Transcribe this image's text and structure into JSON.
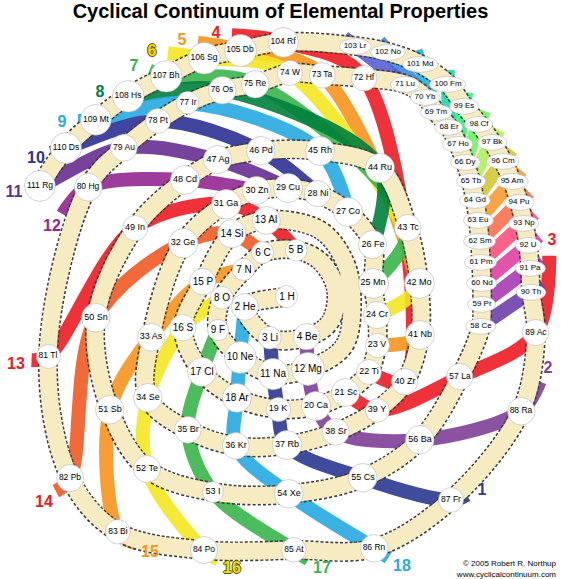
{
  "diagram": {
    "title": "Cyclical Continuum of Elemental Properties",
    "nodes": [
      {
        "text": [
          "1 H"
        ]
      },
      {
        "text": [
          "2 He"
        ]
      },
      {
        "text": [
          "3 Li"
        ]
      },
      {
        "text": [
          "4 Be"
        ]
      },
      {
        "text": [
          "5 B"
        ]
      },
      {
        "text": [
          "6 C"
        ]
      },
      {
        "text": [
          "7 N"
        ]
      },
      {
        "text": [
          "8 O"
        ]
      },
      {
        "text": [
          "9 F"
        ]
      },
      {
        "text": [
          "10 Ne"
        ]
      },
      {
        "text": [
          "11 Na"
        ]
      },
      {
        "text": [
          "12 Mg"
        ]
      },
      {
        "text": [
          "13 Al"
        ]
      },
      {
        "text": [
          "14 Si"
        ]
      },
      {
        "text": [
          "15 P"
        ]
      },
      {
        "text": [
          "16 S"
        ]
      },
      {
        "text": [
          "17 Cl"
        ]
      },
      {
        "text": [
          "18 Ar"
        ]
      },
      {
        "text": [
          "19 K"
        ]
      },
      {
        "text": [
          "20 Ca"
        ]
      },
      {
        "text": [
          "21 Sc"
        ]
      },
      {
        "text": [
          "22 Ti"
        ]
      },
      {
        "text": [
          "23 V"
        ]
      },
      {
        "text": [
          "24 Cr"
        ]
      },
      {
        "text": [
          "25 Mn"
        ]
      },
      {
        "text": [
          "26 Fe"
        ]
      },
      {
        "text": [
          "27 Co"
        ]
      },
      {
        "text": [
          "28 Ni"
        ]
      },
      {
        "text": [
          "29 Cu"
        ]
      },
      {
        "text": [
          "30 Zn"
        ]
      },
      {
        "text": [
          "31 Ga"
        ]
      },
      {
        "text": [
          "32 Ge"
        ]
      },
      {
        "text": [
          "33 As"
        ]
      },
      {
        "text": [
          "34 Se"
        ]
      },
      {
        "text": [
          "35 Br"
        ]
      },
      {
        "text": [
          "36 Kr"
        ]
      },
      {
        "text": [
          "37 Rb"
        ]
      },
      {
        "text": [
          "38 Sr"
        ]
      },
      {
        "text": [
          "39 Y"
        ]
      },
      {
        "text": [
          "40 Zr"
        ]
      },
      {
        "text": [
          "41 Nb"
        ]
      },
      {
        "text": [
          "42 Mo"
        ]
      },
      {
        "text": [
          "43 Tc"
        ]
      },
      {
        "text": [
          "44 Ru"
        ]
      },
      {
        "text": [
          "45 Rh"
        ]
      },
      {
        "text": [
          "46 Pd"
        ]
      },
      {
        "text": [
          "47 Ag"
        ]
      },
      {
        "text": [
          "48 Cd"
        ]
      },
      {
        "text": [
          "49 In"
        ]
      },
      {
        "text": [
          "50 Sn"
        ]
      },
      {
        "text": [
          "51 Sb"
        ]
      },
      {
        "text": [
          "52 Te"
        ]
      },
      {
        "text": [
          "53 I"
        ]
      },
      {
        "text": [
          "54 Xe"
        ]
      },
      {
        "text": [
          "55 Cs"
        ]
      },
      {
        "text": [
          "56 Ba"
        ]
      },
      {
        "text": [
          "57 La"
        ]
      },
      {
        "text": [
          "58 Ce"
        ]
      },
      {
        "text": [
          "59 Pr"
        ]
      },
      {
        "text": [
          "60 Nd"
        ]
      },
      {
        "text": [
          "61 Pm"
        ]
      },
      {
        "text": [
          "62 Sm"
        ]
      },
      {
        "text": [
          "63 Eu"
        ]
      },
      {
        "text": [
          "64 Gd"
        ]
      },
      {
        "text": [
          "65 Tb"
        ]
      },
      {
        "text": [
          "66 Dy"
        ]
      },
      {
        "text": [
          "67 Ho"
        ]
      },
      {
        "text": [
          "68 Er"
        ]
      },
      {
        "text": [
          "69 Tm"
        ]
      },
      {
        "text": [
          "70 Yb"
        ]
      },
      {
        "text": [
          "71 Lu"
        ]
      },
      {
        "text": [
          "72 Hf"
        ]
      },
      {
        "text": [
          "73 Ta"
        ]
      },
      {
        "text": [
          "74 W"
        ]
      },
      {
        "text": [
          "75 Re"
        ]
      },
      {
        "text": [
          "76 Os"
        ]
      },
      {
        "text": [
          "77 Ir"
        ]
      },
      {
        "text": [
          "78 Pt"
        ]
      },
      {
        "text": [
          "79 Au"
        ]
      },
      {
        "text": [
          "80 Hg"
        ]
      },
      {
        "text": [
          "81 Tl"
        ]
      },
      {
        "text": [
          "82 Pb"
        ]
      },
      {
        "text": [
          "83 Bi"
        ]
      },
      {
        "text": [
          "84 Po"
        ]
      },
      {
        "text": [
          "85 At"
        ]
      },
      {
        "text": [
          "86 Rn"
        ]
      },
      {
        "text": [
          "87 Fr"
        ]
      },
      {
        "text": [
          "88 Ra"
        ]
      },
      {
        "text": [
          "89 Ac"
        ]
      },
      {
        "text": [
          "90 Th"
        ]
      },
      {
        "text": [
          "91 Pa"
        ]
      },
      {
        "text": [
          "92 U"
        ]
      },
      {
        "text": [
          "93 Np"
        ]
      },
      {
        "text": [
          "94 Pu"
        ]
      },
      {
        "text": [
          "95 Am"
        ]
      },
      {
        "text": [
          "96 Cm"
        ]
      },
      {
        "text": [
          "97 Bk"
        ]
      },
      {
        "text": [
          "98 Cf"
        ]
      },
      {
        "text": [
          "99 Es"
        ]
      },
      {
        "text": [
          "100 Fm"
        ]
      },
      {
        "text": [
          "101 Md"
        ]
      },
      {
        "text": [
          "102 No"
        ]
      },
      {
        "text": [
          "103 Lr"
        ]
      },
      {
        "text": [
          "104 Rf"
        ]
      },
      {
        "text": [
          "105 Db"
        ]
      },
      {
        "text": [
          "106 Sg"
        ]
      },
      {
        "text": [
          "107 Bh"
        ]
      },
      {
        "text": [
          "108 Hs"
        ]
      },
      {
        "text": [
          "109 Mt"
        ]
      },
      {
        "text": [
          "110 Ds"
        ]
      },
      {
        "text": [
          "111 Rg"
        ]
      }
    ],
    "labels": [
      "1",
      "2",
      "3",
      "4",
      "5",
      "6",
      "7",
      "8",
      "9",
      "10",
      "11",
      "12",
      "13",
      "14",
      "15",
      "16",
      "17",
      "18",
      "© 2005 Robert R. Northup",
      "www.cyclicalcontinuum.com"
    ]
  }
}
